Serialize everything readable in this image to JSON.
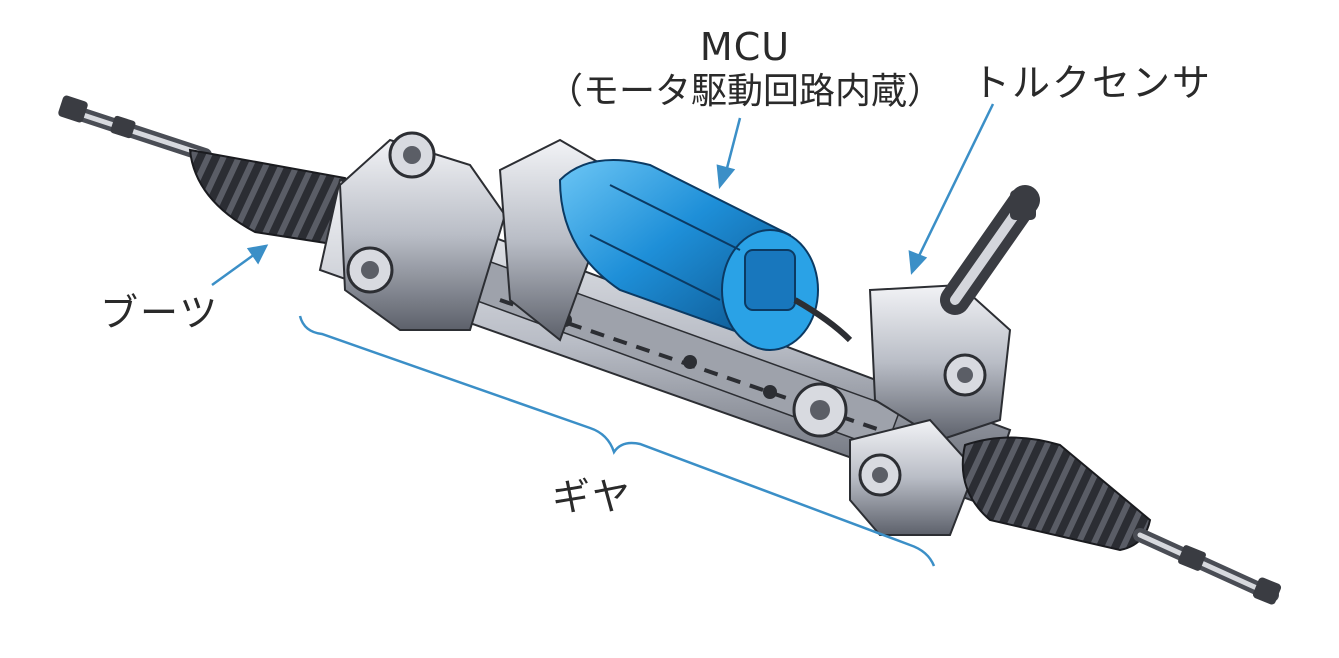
{
  "labels": {
    "mcu_line1": "MCU",
    "mcu_line2": "（モータ駆動回路内蔵）",
    "torque_sensor": "トルクセンサ",
    "boot": "ブーツ",
    "gear": "ギヤ"
  },
  "colors": {
    "leader_line": "#3b8fc7",
    "motor": "#1e8fd8",
    "housing": "#c9ccd3",
    "boot": "#2b2d33",
    "text": "#2a2a2a"
  }
}
